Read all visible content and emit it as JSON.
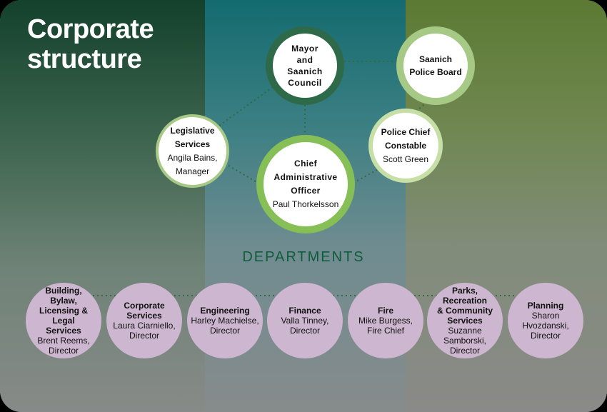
{
  "title": "Corporate structure",
  "colors": {
    "left_band": "#13412c",
    "middle_band": "#136b6f",
    "right_band": "#5c7a33",
    "department_circle": "#cdb6cf",
    "departments_heading": "#0f5b3a"
  },
  "leadership": {
    "mayor": {
      "name_lines": [
        "Mayor",
        "and",
        "Saanich",
        "Council"
      ]
    },
    "police_board": {
      "name_lines": [
        "Saanich",
        "Police Board"
      ]
    },
    "legislative": {
      "name_lines": [
        "Legislative",
        "Services"
      ],
      "person": "Angila Bains,",
      "role": "Manager"
    },
    "cao": {
      "name_lines": [
        "Chief",
        "Administrative",
        "Officer"
      ],
      "person": "Paul Thorkelsson"
    },
    "police_chief": {
      "name_lines": [
        "Police Chief",
        "Constable"
      ],
      "person": "Scott Green"
    }
  },
  "departments_heading": "DEPARTMENTS",
  "departments": [
    {
      "name_lines": [
        "Building,",
        "Bylaw,",
        "Licensing & Legal",
        "Services"
      ],
      "detail_lines": [
        "Brent Reems,",
        "Director"
      ]
    },
    {
      "name_lines": [
        "Corporate",
        "Services"
      ],
      "detail_lines": [
        "Laura Ciarniello,",
        "Director"
      ]
    },
    {
      "name_lines": [
        "Engineering"
      ],
      "detail_lines": [
        "Harley Machielse,",
        "Director"
      ]
    },
    {
      "name_lines": [
        "Finance"
      ],
      "detail_lines": [
        "Valla Tinney,",
        "Director"
      ]
    },
    {
      "name_lines": [
        "Fire"
      ],
      "detail_lines": [
        "Mike Burgess,",
        "Fire Chief"
      ]
    },
    {
      "name_lines": [
        "Parks,",
        "Recreation",
        "& Community",
        "Services"
      ],
      "detail_lines": [
        "Suzanne",
        "Samborski,",
        "Director"
      ]
    },
    {
      "name_lines": [
        "Planning"
      ],
      "detail_lines": [
        "Sharon",
        "Hvozdanski,",
        "Director"
      ]
    }
  ]
}
